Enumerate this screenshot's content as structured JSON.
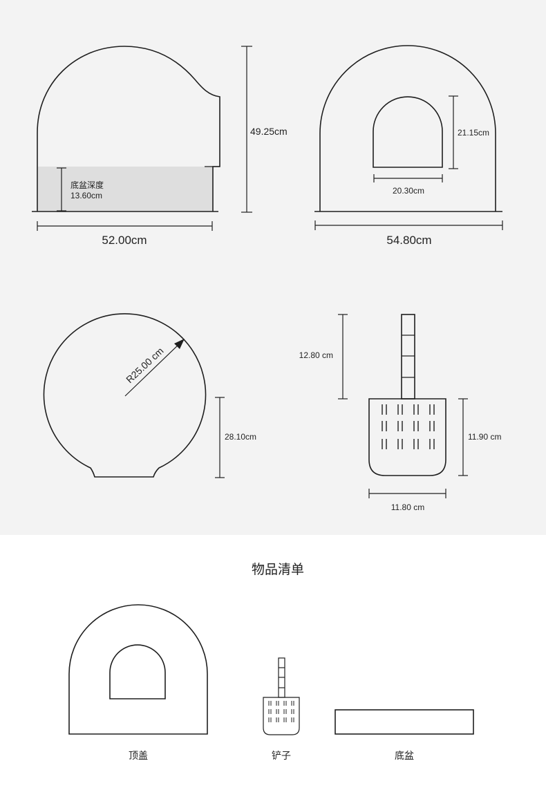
{
  "colors": {
    "panel_bg": "#f3f3f3",
    "page_bg": "#ffffff",
    "line": "#1e1e1e",
    "basin_fill": "#dedede"
  },
  "side_view": {
    "basin_label": "底盆深度",
    "basin_depth": "13.60cm",
    "height": "49.25cm",
    "width": "52.00cm"
  },
  "front_view": {
    "door_height": "21.15cm",
    "door_width": "20.30cm",
    "width": "54.80cm"
  },
  "top_view": {
    "radius": "R25.00 cm",
    "depth": "28.10cm"
  },
  "scoop_view": {
    "handle_length": "12.80 cm",
    "blade_height": "11.90 cm",
    "blade_width": "11.80 cm"
  },
  "contents": {
    "title": "物品清单",
    "items": [
      {
        "label": "顶盖"
      },
      {
        "label": "铲子"
      },
      {
        "label": "底盆"
      }
    ]
  }
}
